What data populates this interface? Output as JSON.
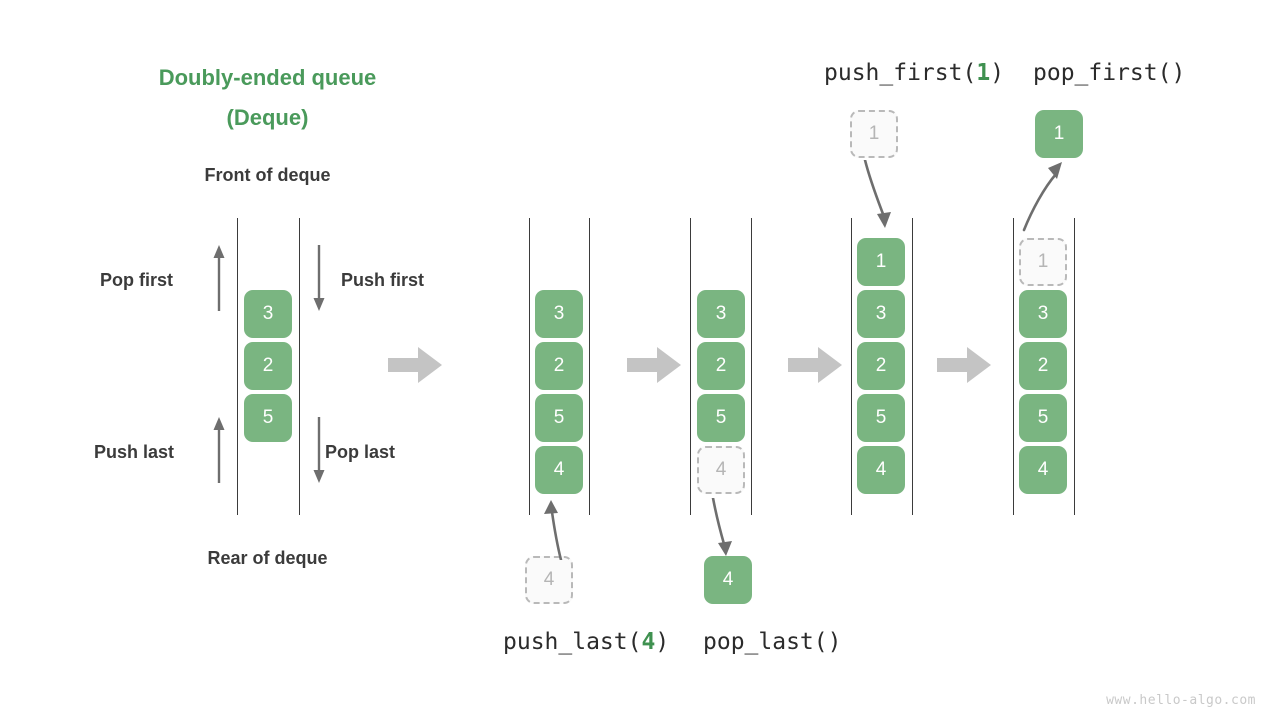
{
  "diagram": {
    "title_line1": "Doubly-ended queue",
    "title_line2": "(Deque)",
    "title_color": "#4a9a5b",
    "accent_green": "#7ab581",
    "ghost_gray": "#b5b5b5",
    "arrow_gray": "#6e6e6e",
    "step_arrow_gray": "#c4c4c4",
    "watermark": "www.hello-algo.com"
  },
  "labels": {
    "front_of_deque": "Front of deque",
    "rear_of_deque": "Rear of deque",
    "pop_first": "Pop first",
    "push_first": "Push first",
    "push_last": "Push last",
    "pop_last": "Pop last"
  },
  "captions": {
    "push_first": {
      "name": "push_first(",
      "arg": "1",
      "close": ")"
    },
    "pop_first": {
      "text": "pop_first()"
    },
    "push_last": {
      "name": "push_last(",
      "arg": "4",
      "close": ")"
    },
    "pop_last": {
      "text": "pop_last()"
    }
  },
  "stages": [
    {
      "id": "initial",
      "cells": [
        "3",
        "2",
        "5"
      ],
      "ghost_in_rail": null,
      "outside_cell": null
    },
    {
      "id": "after-push-last",
      "cells": [
        "3",
        "2",
        "5",
        "4"
      ],
      "ghost_in_rail": null,
      "outside_cell": {
        "value": "4",
        "kind": "ghost",
        "position": "below"
      }
    },
    {
      "id": "after-pop-last",
      "cells": [
        "3",
        "2",
        "5"
      ],
      "ghost_in_rail": {
        "value": "4",
        "index": 3
      },
      "outside_cell": {
        "value": "4",
        "kind": "filled",
        "position": "below"
      }
    },
    {
      "id": "after-push-first",
      "cells": [
        "1",
        "3",
        "2",
        "5",
        "4"
      ],
      "ghost_in_rail": null,
      "outside_cell": {
        "value": "1",
        "kind": "ghost",
        "position": "above"
      }
    },
    {
      "id": "after-pop-first",
      "cells": [
        "3",
        "2",
        "5",
        "4"
      ],
      "ghost_in_rail": {
        "value": "1",
        "index": 0
      },
      "outside_cell": {
        "value": "1",
        "kind": "filled",
        "position": "above"
      }
    }
  ]
}
